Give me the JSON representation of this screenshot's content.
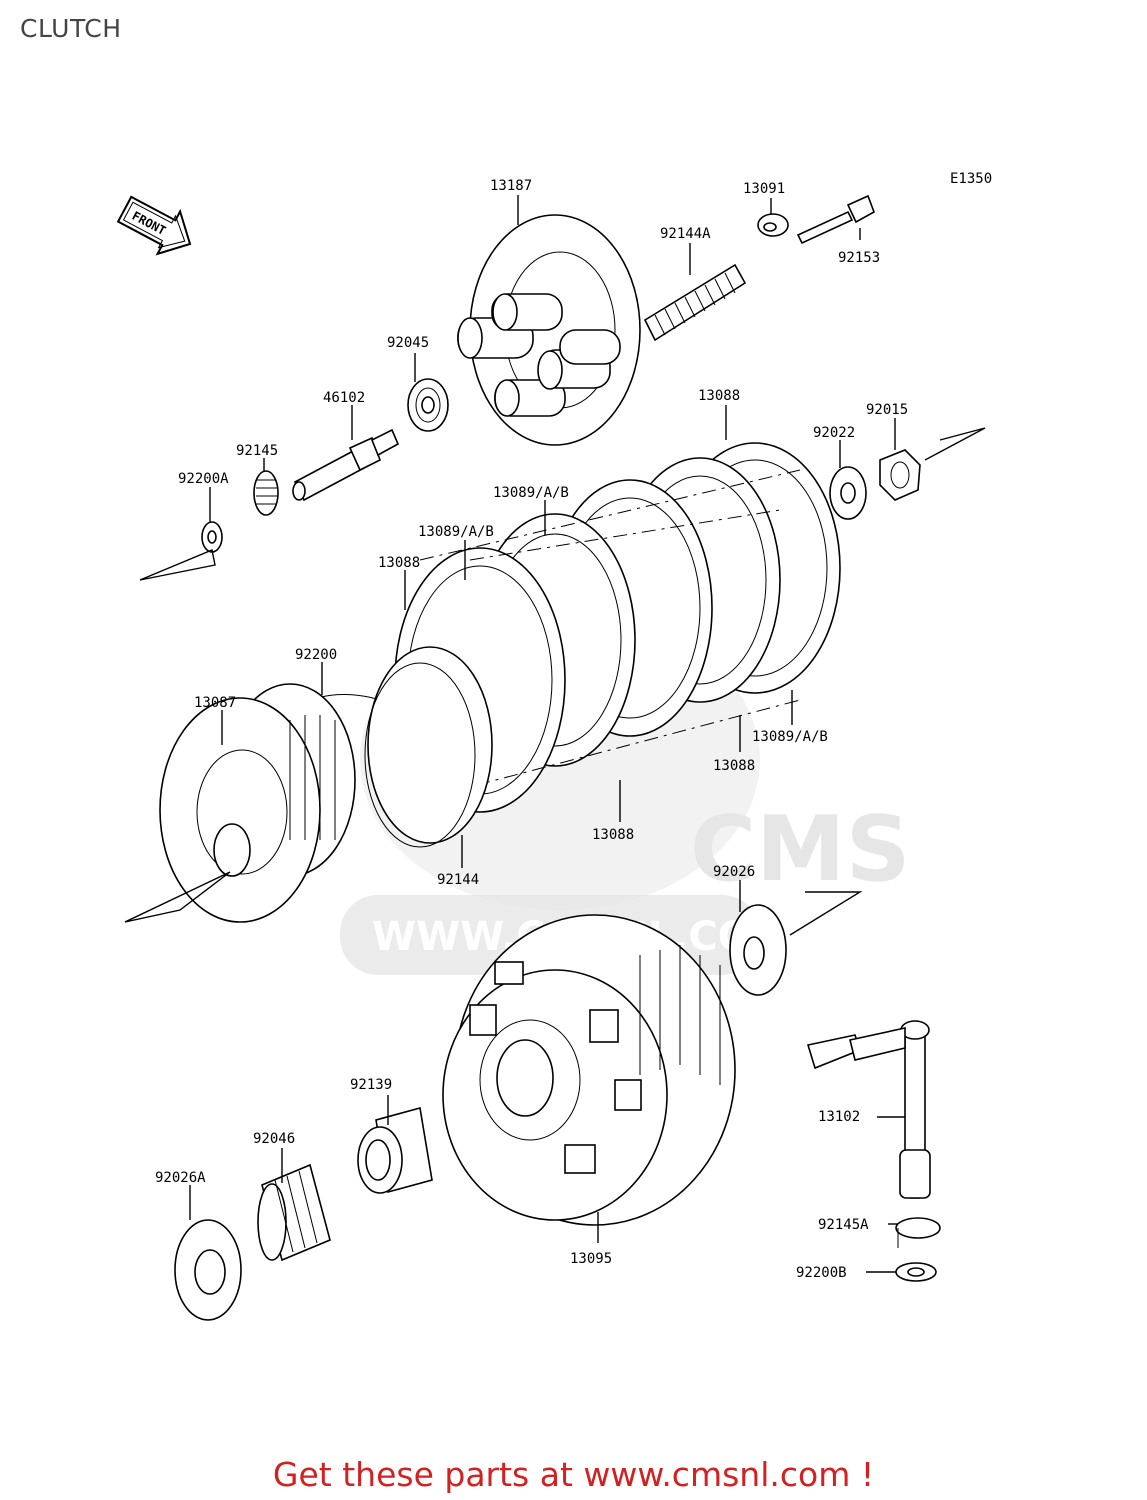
{
  "header": {
    "title": "CLUTCH"
  },
  "diagram": {
    "code": "E1350",
    "front_label": "FRONT",
    "watermark": {
      "brand": "CMS",
      "site": "WWW.CMSNL.COM"
    },
    "parts": [
      {
        "id": "13187",
        "label": "13187"
      },
      {
        "id": "13091",
        "label": "13091"
      },
      {
        "id": "92144A",
        "label": "92144A"
      },
      {
        "id": "92153",
        "label": "92153"
      },
      {
        "id": "92045",
        "label": "92045"
      },
      {
        "id": "46102",
        "label": "46102"
      },
      {
        "id": "92145",
        "label": "92145"
      },
      {
        "id": "92200A",
        "label": "92200A"
      },
      {
        "id": "13088-top",
        "label": "13088"
      },
      {
        "id": "92022",
        "label": "92022"
      },
      {
        "id": "92015",
        "label": "92015"
      },
      {
        "id": "13089-upper",
        "label": "13089/A/B"
      },
      {
        "id": "13089-mid",
        "label": "13089/A/B"
      },
      {
        "id": "13088-left",
        "label": "13088"
      },
      {
        "id": "92200",
        "label": "92200"
      },
      {
        "id": "13087",
        "label": "13087"
      },
      {
        "id": "13089-right",
        "label": "13089/A/B"
      },
      {
        "id": "13088-right",
        "label": "13088"
      },
      {
        "id": "13088-bottom",
        "label": "13088"
      },
      {
        "id": "92144",
        "label": "92144"
      },
      {
        "id": "92026",
        "label": "92026"
      },
      {
        "id": "92139",
        "label": "92139"
      },
      {
        "id": "92046",
        "label": "92046"
      },
      {
        "id": "92026A",
        "label": "92026A"
      },
      {
        "id": "13095",
        "label": "13095"
      },
      {
        "id": "13102",
        "label": "13102"
      },
      {
        "id": "92145A",
        "label": "92145A"
      },
      {
        "id": "92200B",
        "label": "92200B"
      }
    ]
  },
  "footer": {
    "text": "Get these parts at www.cmsnl.com !"
  }
}
